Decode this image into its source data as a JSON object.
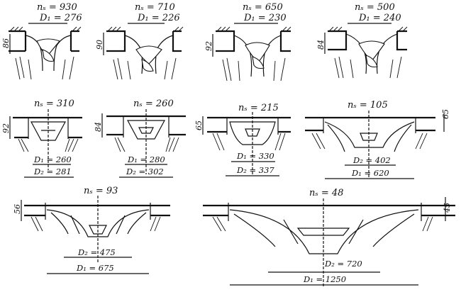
{
  "figure": {
    "panels": [
      {
        "id": "ns930",
        "ns": "nₛ = 930",
        "d1": "D₁ = 276",
        "h": "86"
      },
      {
        "id": "ns710",
        "ns": "nₛ = 710",
        "d1": "D₁ = 226",
        "h": "90"
      },
      {
        "id": "ns650",
        "ns": "nₛ = 650",
        "d1": "D₁ = 230",
        "h": "92"
      },
      {
        "id": "ns500",
        "ns": "nₛ = 500",
        "d1": "D₁ = 240",
        "h": "84"
      },
      {
        "id": "ns310",
        "ns": "nₛ = 310",
        "d1": "D₁ = 260",
        "d2": "D₂ = 281",
        "h": "92"
      },
      {
        "id": "ns260",
        "ns": "nₛ = 260",
        "d1": "D₁ = 280",
        "d2": "D₂ = 302",
        "h": "84"
      },
      {
        "id": "ns215",
        "ns": "nₛ = 215",
        "d1": "D₁ = 330",
        "d2": "D₂ = 337",
        "h": "65"
      },
      {
        "id": "ns105",
        "ns": "nₛ = 105",
        "d2": "D₂ = 402",
        "d1": "D₁ = 620",
        "h": "65"
      },
      {
        "id": "ns93",
        "ns": "nₛ = 93",
        "d2": "D₂ = 475",
        "d1": "D₁ = 675",
        "h": "56"
      },
      {
        "id": "ns48",
        "ns": "nₛ = 48",
        "d2": "D₂ = 720",
        "d1": "D₁ = 1250",
        "h": "45"
      }
    ]
  }
}
